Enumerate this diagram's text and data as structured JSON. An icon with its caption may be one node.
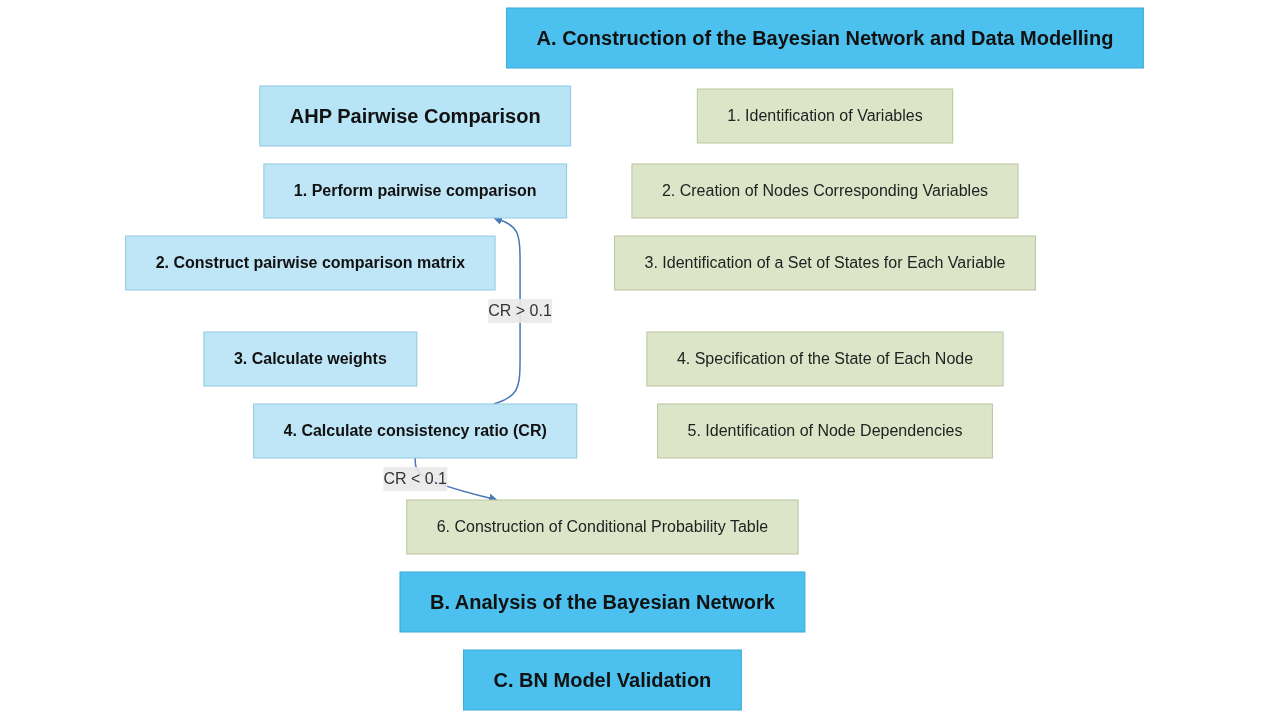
{
  "diagram": {
    "nodes": [
      {
        "text": [
          "AHP Pairwise Comparison"
        ]
      },
      {
        "text": [
          "1. Perform pairwise comparison"
        ]
      },
      {
        "text": [
          "2. Construct pairwise comparison matrix"
        ]
      },
      {
        "text": [
          "3. Calculate weights"
        ]
      },
      {
        "text": [
          "4. Calculate consistency ratio (CR)"
        ]
      },
      {
        "text": [
          "A. Construction of the Bayesian Network and Data Modelling"
        ]
      },
      {
        "text": [
          "1. Identification of Variables"
        ]
      },
      {
        "text": [
          "2. Creation of Nodes Corresponding Variables"
        ]
      },
      {
        "text": [
          "3. Identification of a Set of States for Each Variable"
        ]
      },
      {
        "text": [
          "4. Specification of the State of Each Node"
        ]
      },
      {
        "text": [
          "5. Identification of Node Dependencies"
        ]
      },
      {
        "text": [
          "6. Construction of Conditional Probability Table"
        ]
      },
      {
        "text": [
          "B. Analysis of the Bayesian Network"
        ]
      },
      {
        "text": [
          "C. BN Model Validation"
        ]
      }
    ],
    "edges": [
      {
        "from": 4,
        "to": 1,
        "arrow": "to",
        "label": "CR > 0.1"
      },
      {
        "from": 4,
        "to": 11,
        "arrow": "to",
        "label": "CR < 0.1"
      }
    ]
  }
}
